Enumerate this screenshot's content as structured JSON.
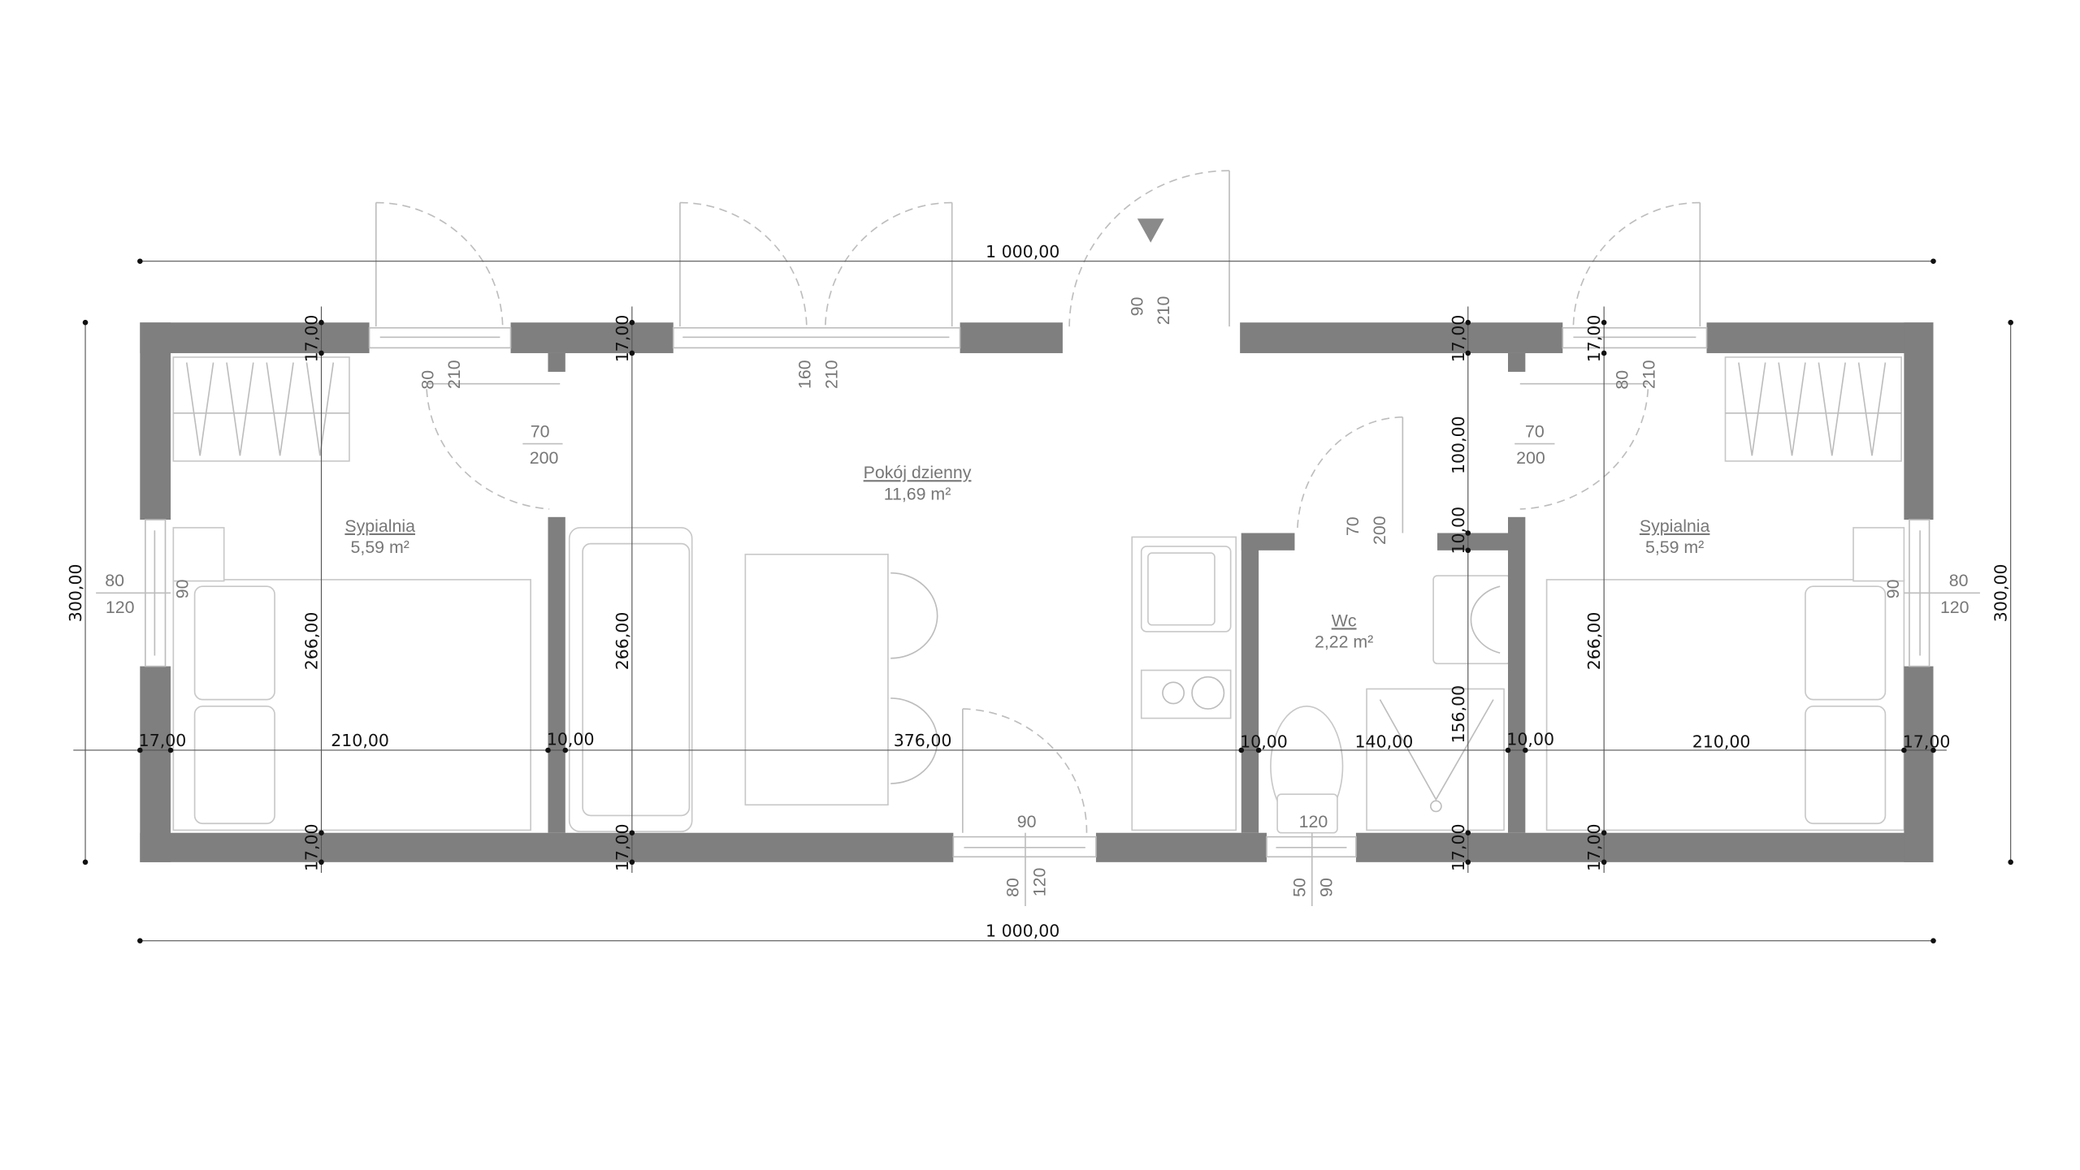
{
  "overall": {
    "width_top": "1 000,00",
    "width_bottom": "1 000,00",
    "height_left": "300,00",
    "height_right": "300,00"
  },
  "rooms": [
    {
      "name": "Sypialnia",
      "area": "5,59 m²"
    },
    {
      "name": "Pokój dzienny",
      "area": "11,69 m²"
    },
    {
      "name": "Wc",
      "area": "2,22 m²"
    },
    {
      "name": "Sypialnia",
      "area": "5,59 m²"
    }
  ],
  "horizontal_dims": [
    "17,00",
    "210,00",
    "10,00",
    "376,00",
    "10,00",
    "140,00",
    "10,00",
    "210,00",
    "17,00"
  ],
  "vertical_dims": {
    "wall": "17,00",
    "room_height": "266,00",
    "wc_upper": "100,00",
    "wc_wall": "10,00",
    "wc_lower": "156,00"
  },
  "openings": {
    "win_top_left": {
      "w": "80",
      "h": "210"
    },
    "win_top_center": {
      "w": "160",
      "h": "210"
    },
    "entrance_door": {
      "w": "90",
      "h": "210"
    },
    "win_top_right": {
      "w": "80",
      "h": "210"
    },
    "door_left_bedroom": {
      "w": "70",
      "h": "200"
    },
    "door_right_bedroom": {
      "w": "70",
      "h": "200"
    },
    "door_wc": {
      "w": "70",
      "h": "200"
    },
    "win_left": {
      "w": "80",
      "h": "120",
      "sill": "90"
    },
    "win_right": {
      "w": "80",
      "h": "120",
      "sill": "90"
    },
    "win_bottom_living": {
      "w": "80",
      "h": "120",
      "sill": "90"
    },
    "win_bottom_wc": {
      "w": "50",
      "h": "90",
      "sill": "120"
    }
  }
}
